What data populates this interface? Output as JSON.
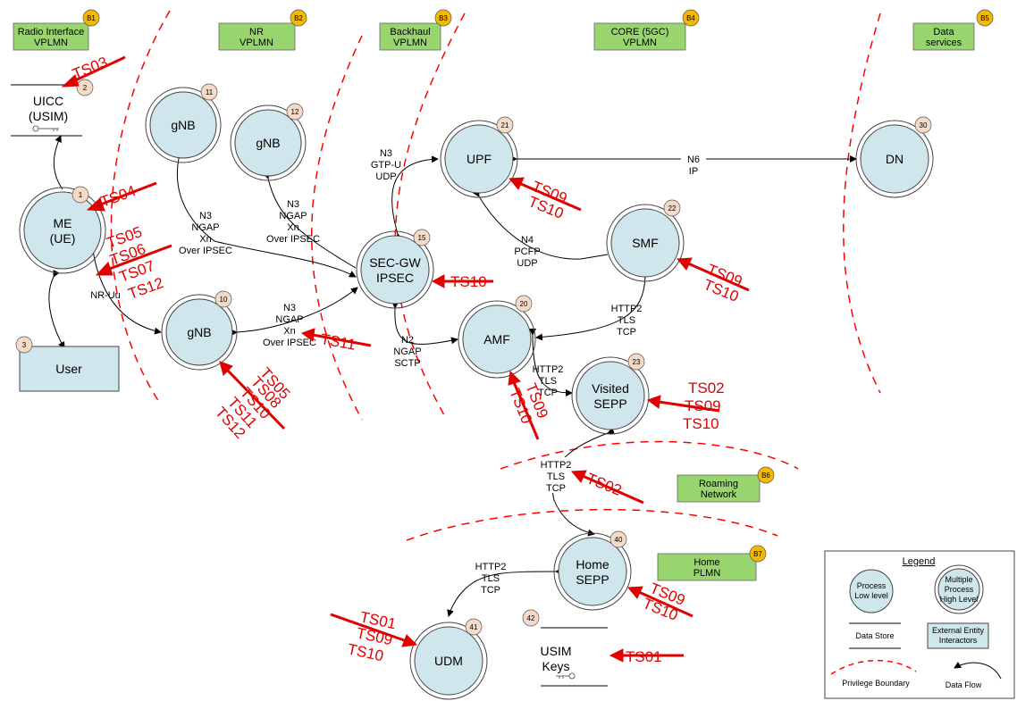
{
  "zones": [
    {
      "id": "B1",
      "label1": "Radio Interface",
      "label2": "VPLMN"
    },
    {
      "id": "B2",
      "label1": "NR",
      "label2": "VPLMN"
    },
    {
      "id": "B3",
      "label1": "Backhaul",
      "label2": "VPLMN"
    },
    {
      "id": "B4",
      "label1": "CORE (5GC)",
      "label2": "VPLMN"
    },
    {
      "id": "B5",
      "label1": "Data",
      "label2": "services"
    },
    {
      "id": "B6",
      "label1": "Roaming",
      "label2": "Network"
    },
    {
      "id": "B7",
      "label1": "Home",
      "label2": "PLMN"
    }
  ],
  "processes": [
    {
      "id": "1",
      "label1": "ME",
      "label2": "(UE)"
    },
    {
      "id": "11",
      "label1": "gNB",
      "label2": ""
    },
    {
      "id": "12",
      "label1": "gNB",
      "label2": ""
    },
    {
      "id": "10",
      "label1": "gNB",
      "label2": ""
    },
    {
      "id": "15",
      "label1": "SEC-GW",
      "label2": "IPSEC"
    },
    {
      "id": "21",
      "label1": "UPF",
      "label2": ""
    },
    {
      "id": "22",
      "label1": "SMF",
      "label2": ""
    },
    {
      "id": "20",
      "label1": "AMF",
      "label2": ""
    },
    {
      "id": "23",
      "label1": "Visited",
      "label2": "SEPP"
    },
    {
      "id": "30",
      "label1": "DN",
      "label2": ""
    },
    {
      "id": "40",
      "label1": "Home",
      "label2": "SEPP"
    },
    {
      "id": "41",
      "label1": "UDM",
      "label2": ""
    }
  ],
  "stores": [
    {
      "id": "2",
      "label1": "UICC",
      "label2": "(USIM)"
    },
    {
      "id": "42",
      "label1": "USIM",
      "label2": "Keys"
    }
  ],
  "externals": [
    {
      "id": "3",
      "label": "User"
    }
  ],
  "flows": [
    {
      "id": "f-gnb11",
      "lines": [
        "N3",
        "NGAP",
        "Xn",
        "Over IPSEC"
      ]
    },
    {
      "id": "f-gnb12",
      "lines": [
        "N3",
        "NGAP",
        "Xn",
        "Over IPSEC"
      ]
    },
    {
      "id": "f-gnb10",
      "lines": [
        "N3",
        "NGAP",
        "Xn",
        "Over IPSEC"
      ]
    },
    {
      "id": "f-nru",
      "lines": [
        "NR-Uu"
      ]
    },
    {
      "id": "f-upf",
      "lines": [
        "N3",
        "GTP-U",
        "UDP"
      ]
    },
    {
      "id": "f-n6",
      "lines": [
        "N6",
        "IP"
      ]
    },
    {
      "id": "f-n4",
      "lines": [
        "N4",
        "PCFP",
        "UDP"
      ]
    },
    {
      "id": "f-n2",
      "lines": [
        "N2",
        "NGAP",
        "SCTP"
      ]
    },
    {
      "id": "f-smf-amf",
      "lines": [
        "HTTP2",
        "TLS",
        "TCP"
      ]
    },
    {
      "id": "f-amf-vsepp",
      "lines": [
        "HTTP2",
        "TLS",
        "TCP"
      ]
    },
    {
      "id": "f-roam",
      "lines": [
        "HTTP2",
        "TLS",
        "TCP"
      ]
    },
    {
      "id": "f-home",
      "lines": [
        "HTTP2",
        "TLS",
        "TCP"
      ]
    }
  ],
  "threats": [
    {
      "id": "t-uicc",
      "lines": [
        "TS03"
      ]
    },
    {
      "id": "t-me",
      "lines": [
        "TS04"
      ]
    },
    {
      "id": "t-me2",
      "lines": [
        "TS05",
        "TS06",
        "TS07",
        "TS12"
      ]
    },
    {
      "id": "t-upf",
      "lines": [
        "TS09",
        "TS10"
      ]
    },
    {
      "id": "t-smf",
      "lines": [
        "TS09",
        "TS10"
      ]
    },
    {
      "id": "t-secgw",
      "lines": [
        "TS10"
      ]
    },
    {
      "id": "t-gnb10",
      "lines": [
        "TS11"
      ]
    },
    {
      "id": "t-gnb10b",
      "lines": [
        "TS05",
        "TS08",
        "TS10",
        "TS11",
        "TS12"
      ]
    },
    {
      "id": "t-amf",
      "lines": [
        "TS09",
        "TS10"
      ]
    },
    {
      "id": "t-vsepp",
      "lines": [
        "TS02",
        "TS09",
        "TS10"
      ]
    },
    {
      "id": "t-roam",
      "lines": [
        "TS02"
      ]
    },
    {
      "id": "t-hsepp",
      "lines": [
        "TS09",
        "TS10"
      ]
    },
    {
      "id": "t-udm",
      "lines": [
        "TS01",
        "TS09",
        "TS10"
      ]
    },
    {
      "id": "t-keys",
      "lines": [
        "TS01"
      ]
    }
  ],
  "legend": {
    "title": "Legend",
    "process": [
      "Process",
      "Low level"
    ],
    "multi": [
      "Multiple",
      "Process",
      "High Level"
    ],
    "store": "Data Store",
    "external": [
      "External Entity",
      "Interactors"
    ],
    "boundary": "Privilege Boundary",
    "flow": "Data Flow"
  },
  "colors": {
    "process_fill": "#cfe6ec",
    "zone_fill": "#98d56f",
    "zone_badge": "#f5b800",
    "num_badge": "#f5dac8",
    "threat": "#e00000"
  }
}
